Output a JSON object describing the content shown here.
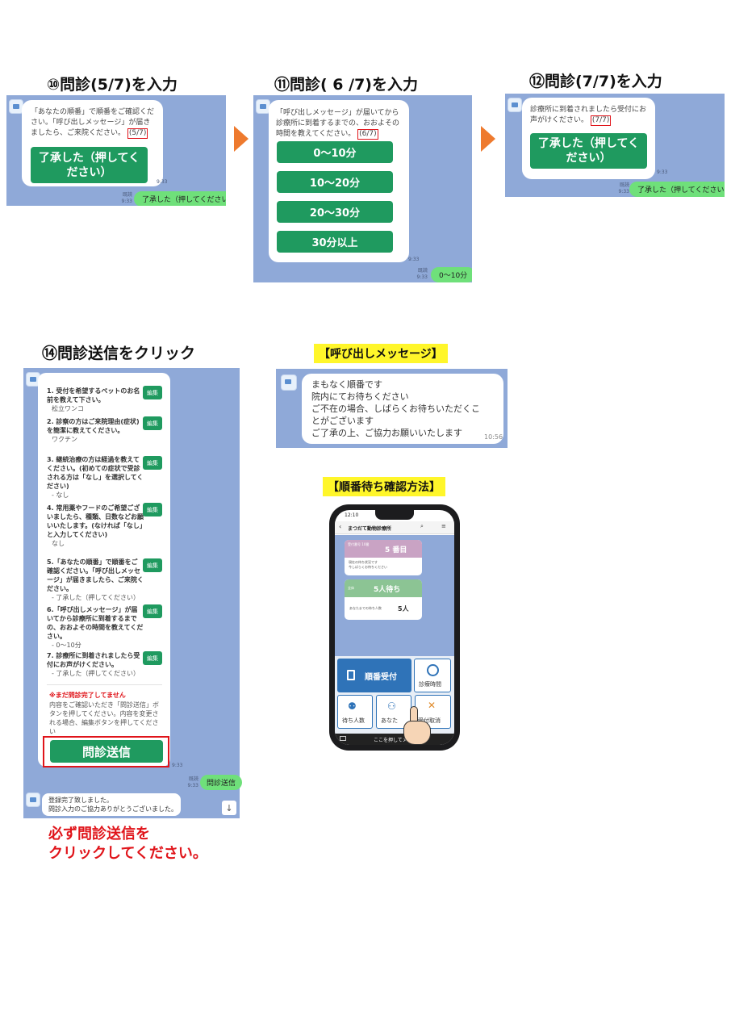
{
  "steps": {
    "s10": {
      "title": "⑩問診(5/7)を入力",
      "message": "「あなたの順番」で順番をご確認ください。「呼び出しメッセージ」が届きましたら、ご来院ください。",
      "tag": "(5/7)",
      "button": "了承した（押してください）",
      "time": "9:33",
      "read": "既読\n9:33",
      "reply": "了承した（押してください）"
    },
    "s11": {
      "title": "⑪問診( 6 /7)を入力",
      "message": "「呼び出しメッセージ」が届いてから診療所に到着するまでの、おおよその時間を教えてください。",
      "tag": "(6/7)",
      "options": [
        "0～10分",
        "10～20分",
        "20～30分",
        "30分以上"
      ],
      "time": "9:33",
      "read": "既読\n9:33",
      "reply": "0～10分"
    },
    "s12": {
      "title": "⑫問診(7/7)を入力",
      "message": "診療所に到着されましたら受付にお声がけください。",
      "tag": "(7/7)",
      "button": "了承した（押してください）",
      "time": "9:33",
      "read": "既読\n9:33",
      "reply": "了承した（押してください）"
    },
    "s14": {
      "title": "⑭問診送信をクリック",
      "edit_label": "編集",
      "questions": [
        {
          "q": "1. 受付を希望するペットのお名前を教えて下さい。",
          "a": "松立ワンコ"
        },
        {
          "q": "2. 診察の方はご来院理由(症状)を簡潔に教えてください。",
          "a": "ワクチン"
        },
        {
          "q": "3. 継続治療の方は経過を教えてください。(初めての症状で受診される方は「なし」を選択してください)",
          "a": "- なし"
        },
        {
          "q": "4. 常用薬やフードのご希望ございましたら、種類、日数などお願いいたします。(なければ「なし」と入力してください)",
          "a": "なし"
        },
        {
          "q": "5.「あなたの順番」で順番をご確認ください。「呼び出しメッセージ」が届きましたら、ご来院ください。",
          "a": "- 了承した（押してください）"
        },
        {
          "q": "6.「呼び出しメッセージ」が届いてから診療所に到着するまでの、おおよその時間を教えてください。",
          "a": "- 0～10分"
        },
        {
          "q": "7. 診療所に到着されましたら受付にお声がけください。",
          "a": "- 了承した（押してください）"
        }
      ],
      "warning_title": "※まだ問診完了してません",
      "warning_body": "内容をご確認いただき「問診送信」ボタンを押してください。内容を変更される場合、編集ボタンを押してください",
      "submit": "問診送信",
      "time": "9:33",
      "read": "既読\n9:33",
      "reply": "問診送信",
      "done_message": "登録完了致しました。\n問診入力のご協力ありがとうございました。",
      "down_arrow": "↓",
      "note": "必ず問診送信を\nクリックしてください。"
    }
  },
  "call_message": {
    "label": "【呼び出しメッセージ】",
    "text": "まもなく順番です\n院内にてお待ちください\nご不在の場合、しばらくお待ちいただくことがございます\nご了承の上、ご協力お願いいたします",
    "time": "10:56"
  },
  "phone_guide": {
    "label": "【順番待ち確認方法】",
    "status_time": "12:10",
    "clinic": "まつだて動物診療所",
    "card1_label": "受付番号 10番",
    "card1_value": "5 番目",
    "card1_note": "現在の待ち状況です\n今しばらくお待ちください",
    "card2_label": "全体",
    "card2_value": "5人待ち",
    "card2_sub": "あなたまでの待ち人数",
    "card2_sub_value": "5人",
    "menu_main": "順番受付",
    "menu_time": "診療時間",
    "menu_wait": "待ち人数",
    "menu_yours": "あなた",
    "menu_cancel": "受付取消",
    "bottom": "ここを押してメ"
  },
  "colors": {
    "chat_bg": "#8fa9d8",
    "button_green": "#1f9a5f",
    "reply_green": "#6fe07a",
    "arrow_orange": "#ee7a2e",
    "highlight": "#fff62a",
    "alert_red": "#e0141a"
  }
}
